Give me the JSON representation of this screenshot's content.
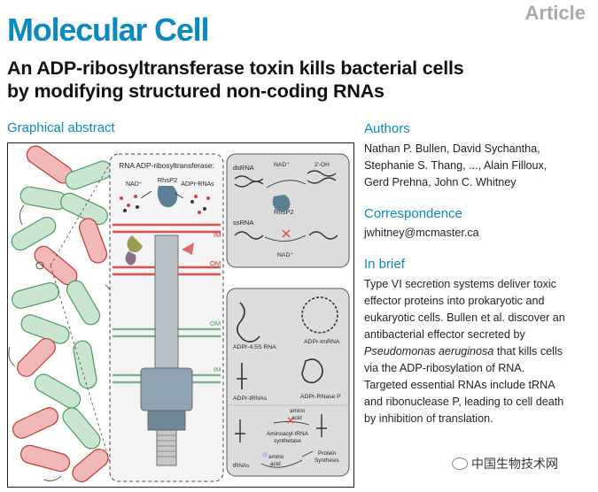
{
  "header": {
    "journal": "Molecular Cell",
    "article_type": "Article",
    "title_line1": "An ADP-ribosyltransferase toxin kills bacterial cells",
    "title_line2": "by modifying structured non-coding RNAs"
  },
  "graphical_abstract": {
    "heading": "Graphical abstract",
    "center_panel": {
      "title": "RNA ADP-ribosyltransferase:",
      "nad": "NAD⁺",
      "enzyme": "RhsP2",
      "product": "ADPr-RNAs",
      "im": "IM",
      "om_top": "OM",
      "om_mid": "OM",
      "im_bottom": "IM"
    },
    "top_right_panel": {
      "dsrna": "dsRNA",
      "nad_top": "NAD⁺",
      "oh": "2'-OH",
      "enzyme": "RhsP2",
      "ssrna": "ssRNA",
      "nad_bottom": "NAD⁺"
    },
    "bottom_right_panel": {
      "adpr_45s": "ADPr-4.5S RNA",
      "adpr_tmrna": "ADPr-tmRNA",
      "adpr_trnas": "ADPr-tRNAs",
      "adpr_rnasep": "ADPr-RNase P",
      "amino_acid_top_1": "amino",
      "amino_acid_top_2": "acid",
      "synthetase_1": "Aminoacyl-tRNA",
      "synthetase_2": "synthetase",
      "trnas": "tRNAs",
      "amino_acid_bottom_1": "amino",
      "amino_acid_bottom_2": "acid",
      "protein_1": "Protein",
      "protein_2": "Synthesis"
    }
  },
  "authors": {
    "heading": "Authors",
    "line1": "Nathan P. Bullen, David Sychantha,",
    "line2": "Stephanie S. Thang, ..., Alain Filloux,",
    "line3": "Gerd Prehna, John C. Whitney"
  },
  "correspondence": {
    "heading": "Correspondence",
    "email": "jwhitney@mcmaster.ca"
  },
  "in_brief": {
    "heading": "In brief",
    "line1": "Type VI secretion systems deliver toxic",
    "line2": "effector proteins into prokaryotic and",
    "line3": "eukaryotic cells. Bullen et al. discover an",
    "line4": "antibacterial effector secreted by",
    "line5_italic": "Pseudomonas aeruginosa",
    "line5_rest": " that kills cells",
    "line6": "via the ADP-ribosylation of RNA.",
    "line7": "Targeted essential RNAs include tRNA",
    "line8": "and ribonuclease P, leading to cell death",
    "line9": "by inhibition of translation."
  },
  "watermark": "中国生物技术网",
  "colors": {
    "brand_blue": "#0a8ac4",
    "membrane_red": "#e05555",
    "cell_green": "#c9e4cf",
    "cell_red": "#f2b8b8",
    "panel_grey": "#dcdcdc"
  }
}
